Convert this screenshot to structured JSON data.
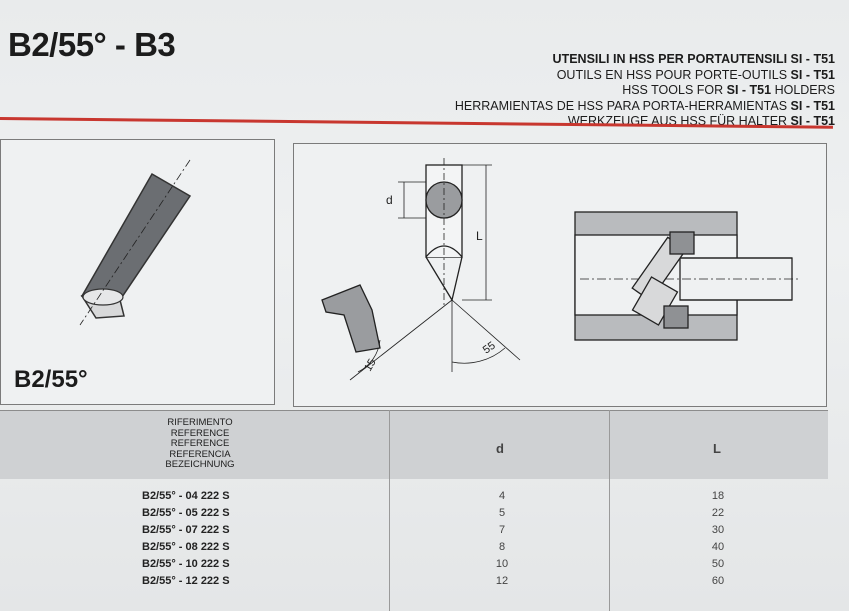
{
  "header": {
    "title": "B2/55° - B3",
    "lines": [
      {
        "text": "UTENSILI IN HSS PER PORTAUTENSILI SI - T51",
        "bold": true
      },
      {
        "prefix": "OUTILS EN HSS POUR PORTE-OUTILS ",
        "bold_part": "SI - T51"
      },
      {
        "prefix": "HSS TOOLS FOR ",
        "bold_part": "SI - T51",
        "suffix": " HOLDERS"
      },
      {
        "prefix": "HERRAMIENTAS DE HSS PARA PORTA-HERRAMIENTAS ",
        "bold_part": "SI - T51"
      },
      {
        "prefix": "WERKZEUGE AUS HSS FÜR HALTER ",
        "bold_part": "SI - T51"
      }
    ]
  },
  "left_panel": {
    "label": "B2/55°"
  },
  "drawing": {
    "dim_d": "d",
    "dim_L": "L",
    "angle_15": "15",
    "angle_55": "55"
  },
  "table": {
    "reference_header": [
      "RIFERIMENTO",
      "REFERENCE",
      "REFERENCE",
      "REFERENCIA",
      "BEZEICHNUNG"
    ],
    "col_d": "d",
    "col_L": "L",
    "rows": [
      {
        "ref": "B2/55° - 04  222 S",
        "d": "4",
        "L": "18"
      },
      {
        "ref": "B2/55° - 05  222 S",
        "d": "5",
        "L": "22"
      },
      {
        "ref": "B2/55° - 07  222 S",
        "d": "7",
        "L": "30"
      },
      {
        "ref": "B2/55° - 08  222 S",
        "d": "8",
        "L": "40"
      },
      {
        "ref": "B2/55° - 10  222 S",
        "d": "10",
        "L": "50"
      },
      {
        "ref": "B2/55° - 12  222 S",
        "d": "12",
        "L": "60"
      }
    ]
  },
  "colors": {
    "accent_red": "#c8372f",
    "table_header_bg": "#cfd1d3"
  }
}
